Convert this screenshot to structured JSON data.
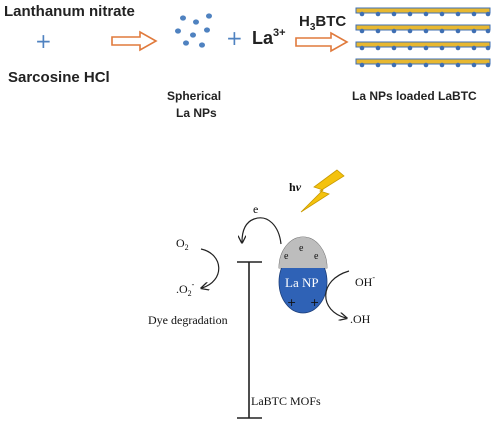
{
  "top": {
    "reactant1": "Lanthanum nitrate",
    "plus_symbol": "+",
    "reactant2": "Sarcosine HCl",
    "product1_line1": "Spherical",
    "product1_line2": "La NPs",
    "la_ion_base": "La",
    "la_ion_charge": "3+",
    "linker_base1": "H",
    "linker_sub": "3",
    "linker_base2": "BTC",
    "product2": "La NPs loaded LaBTC"
  },
  "mechanism": {
    "light_label_h": "h",
    "light_label_nu": "ν",
    "electron_label": "e",
    "o2_base": "O",
    "o2_sub": "2",
    "superoxide_prefix": ".O",
    "superoxide_sub": "2",
    "superoxide_sup": "-",
    "dye_label": "Dye degradation",
    "np_label": "La NP",
    "shell_electron": "e",
    "hole_symbol": "+",
    "oh_ion_base": "OH",
    "oh_ion_sup": "-",
    "oh_radical": ".OH",
    "mof_label": "LaBTC MOFs"
  },
  "colors": {
    "arrow_orange": "#e07a3c",
    "dot_blue": "#4f82c0",
    "rod_gold": "#e8b830",
    "rod_blue": "#3f6fb3",
    "np_blue": "#2f62b6",
    "shell_gray": "#bdbdbd",
    "lightning_yellow": "#f4c20d"
  }
}
